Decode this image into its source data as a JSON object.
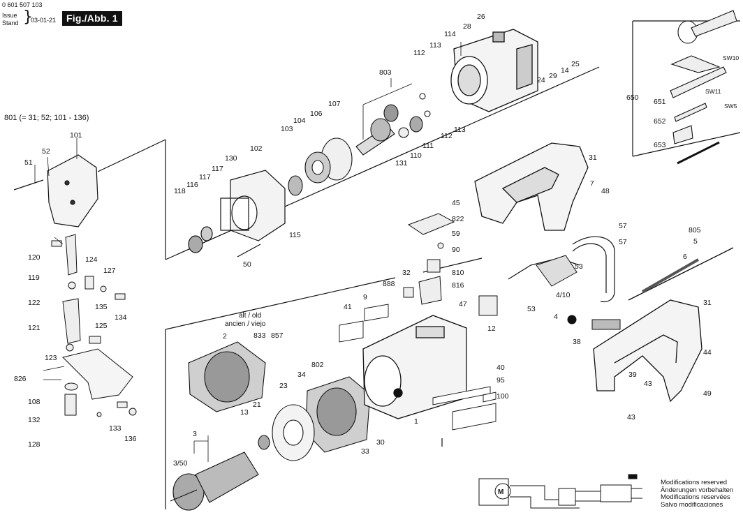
{
  "header": {
    "part_number": "0 601 507 103",
    "issue_label": "Issue",
    "stand_label": "Stand",
    "issue_date": "03-01-21",
    "figure_title": "Fig./Abb. 1"
  },
  "group_note": "801 (= 31; 52; 101 - 136)",
  "alt_note": {
    "line1": "alt / old",
    "line2": "ancien / viejo"
  },
  "tool_labels": [
    "SW10",
    "SW11",
    "SW5"
  ],
  "reserved_notice": [
    "Modifications reserved",
    "Änderungen vorbehalten",
    "Modifications reservées",
    "Salvo modificaciones"
  ],
  "part_labels": [
    "26",
    "28",
    "114",
    "112",
    "113",
    "803",
    "24",
    "29",
    "14",
    "25",
    "107",
    "106",
    "104",
    "103",
    "102",
    "130",
    "117",
    "117",
    "116",
    "118",
    "51",
    "52",
    "101",
    "115",
    "50",
    "110",
    "111",
    "112",
    "113",
    "131",
    "120",
    "119",
    "124",
    "127",
    "122",
    "135",
    "134",
    "121",
    "125",
    "123",
    "826",
    "108",
    "132",
    "128",
    "133",
    "136",
    "45",
    "822",
    "59",
    "90",
    "32",
    "810",
    "816",
    "888",
    "9",
    "41",
    "47",
    "2",
    "833",
    "857",
    "802",
    "34",
    "23",
    "21",
    "13",
    "3",
    "3/50",
    "33",
    "30",
    "1",
    "40",
    "95",
    "100",
    "31",
    "7",
    "48",
    "57",
    "57",
    "805",
    "5",
    "6",
    "53",
    "53",
    "4/10",
    "4",
    "12",
    "38",
    "31",
    "44",
    "39",
    "43",
    "43",
    "49",
    "650",
    "651",
    "652",
    "653"
  ]
}
